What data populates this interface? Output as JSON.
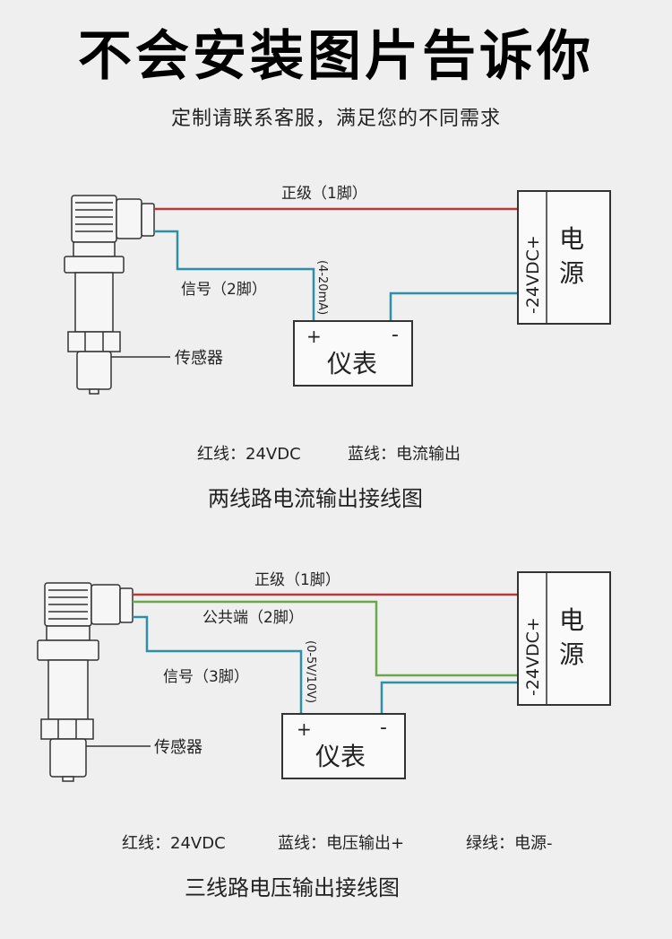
{
  "header": {
    "title": "不会安装图片告诉你",
    "subtitle": "定制请联系客服，满足您的不同需求"
  },
  "diagram1": {
    "positive_label": "正级（1脚）",
    "signal_label": "信号（2脚）",
    "range_label": "(4-20mA)",
    "sensor_label": "传感器",
    "meter_label": "仪表",
    "meter_plus": "+",
    "meter_minus": "-",
    "power_voltage": "-24VDC+",
    "power_label_1": "电",
    "power_label_2": "源",
    "legend_red": "红线：24VDC",
    "legend_blue": "蓝线：电流输出",
    "caption": "两线路电流输出接线图"
  },
  "diagram2": {
    "positive_label": "正级（1脚）",
    "common_label": "公共端（2脚）",
    "signal_label": "信号（3脚）",
    "range_label": "(0-5V/10V)",
    "sensor_label": "传感器",
    "meter_label": "仪表",
    "meter_plus": "+",
    "meter_minus": "-",
    "power_voltage": "-24VDC+",
    "power_label_1": "电",
    "power_label_2": "源",
    "legend_red": "红线：24VDC",
    "legend_blue": "蓝线：电压输出+",
    "legend_green": "绿线：电源-",
    "caption": "三线路电压输出接线图"
  },
  "colors": {
    "red_wire": "#b23a3a",
    "blue_wire": "#2e8fa6",
    "green_wire": "#6aa84f",
    "outline": "#333333"
  }
}
